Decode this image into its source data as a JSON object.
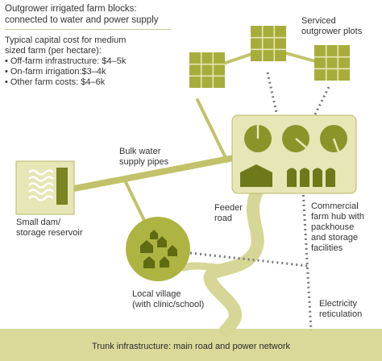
{
  "title": {
    "line1": "Outgrower irrigated farm blocks:",
    "line2": "connected to water and power supply"
  },
  "costs": {
    "intro1": "Typical capital cost for medium",
    "intro2": "sized farm (per hectare):",
    "items": [
      "Off-farm infrastructure: $4–5k",
      "On-farm irrigation:$3–4k",
      "Other farm costs: $4–6k"
    ]
  },
  "labels": {
    "serviced1": "Serviced",
    "serviced2": "outgrower plots",
    "bulk1": "Bulk water",
    "bulk2": "supply pipes",
    "dam1": "Small dam/",
    "dam2": "storage reservoir",
    "feeder1": "Feeder",
    "feeder2": "road",
    "hub1": "Commercial",
    "hub2": "farm hub with",
    "hub3": "packhouse",
    "hub4": "and storage",
    "hub5": "facilities",
    "village1": "Local village",
    "village2": "(with clinic/school)",
    "elec1": "Electricity",
    "elec2": "reticulation",
    "trunk": "Trunk infrastructure: main road and power network"
  },
  "colors": {
    "olive_dark": "#6e7a1a",
    "olive_light": "#c4c46b",
    "sand": "#d9d99a",
    "hub_fill": "#e6e6b6",
    "dotted": "#777777"
  }
}
